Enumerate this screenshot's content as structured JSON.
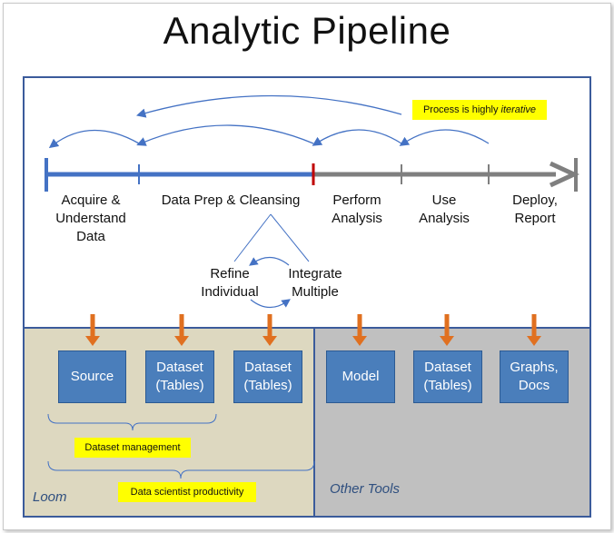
{
  "title": "Analytic Pipeline",
  "note": {
    "text": "Process is highly ",
    "emphasis": "iterative"
  },
  "stages": [
    {
      "line1": "Acquire &",
      "line2": "Understand",
      "line3": "Data"
    },
    {
      "line1": "Data Prep & Cleansing"
    },
    {
      "line1": "Perform",
      "line2": "Analysis"
    },
    {
      "line1": "Use",
      "line2": "Analysis"
    },
    {
      "line1": "Deploy,",
      "line2": "Report"
    }
  ],
  "subprocess": {
    "refine": {
      "line1": "Refine",
      "line2": "Individual"
    },
    "integrate": {
      "line1": "Integrate",
      "line2": "Multiple"
    }
  },
  "boxes": [
    {
      "line1": "Source"
    },
    {
      "line1": "Dataset",
      "line2": "(Tables)"
    },
    {
      "line1": "Dataset",
      "line2": "(Tables)"
    },
    {
      "line1": "Model"
    },
    {
      "line1": "Dataset",
      "line2": "(Tables)"
    },
    {
      "line1": "Graphs,",
      "line2": "Docs"
    }
  ],
  "labels": {
    "dataset_management": "Dataset management",
    "data_scientist_productivity": "Data scientist productivity"
  },
  "tools": {
    "loom": "Loom",
    "other": "Other Tools"
  },
  "colors": {
    "blue_line": "#4472c4",
    "gray_line": "#7f7f7f",
    "red_tick": "#c00000",
    "box_fill": "#4a7ebb",
    "arrow": "#e07020",
    "highlight": "#ffff00",
    "loom_bg": "#ddd8c0",
    "other_bg": "#c0c0c0"
  }
}
